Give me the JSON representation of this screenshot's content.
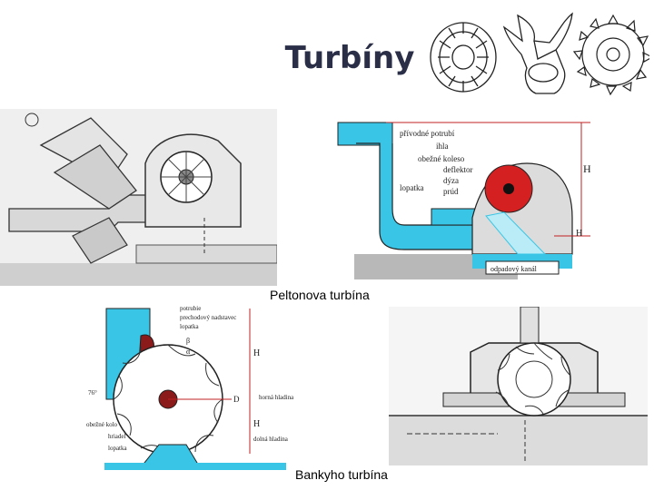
{
  "slide": {
    "title": "Turbíny",
    "captions": {
      "pelton": "Peltonova turbína",
      "banki": "Bankyho turbína"
    }
  },
  "pelton_schematic": {
    "labels": {
      "pipe": "přívodné potrubí",
      "needle": "ihla",
      "wheel": "obežné koleso",
      "deflector": "deflektor",
      "nozzle": "dýza",
      "jet": "prúd",
      "bucket": "lopatka",
      "head": "H",
      "head_lower": "H",
      "tailrace": "odpadový kanál"
    }
  },
  "banki_schematic": {
    "labels": {
      "pipe": "potrubie",
      "flap": "prechodový nadstavec",
      "blade_guide": "lopatka",
      "angle1": "β",
      "angle2": "α",
      "angle3": "76°",
      "head": "H",
      "head2": "H",
      "diameter": "D",
      "upper_level": "horná hladina",
      "lower_level": "dolná hladina",
      "wheel": "obežné kolo",
      "shaft": "hriadeľ",
      "blade": "lopatka"
    }
  },
  "colors": {
    "title": "#2a2f47",
    "water": "#39c6e6",
    "pelton_red": "#d42020",
    "concrete": "#b8b8b8",
    "casing_grey": "#dcdcdc"
  }
}
